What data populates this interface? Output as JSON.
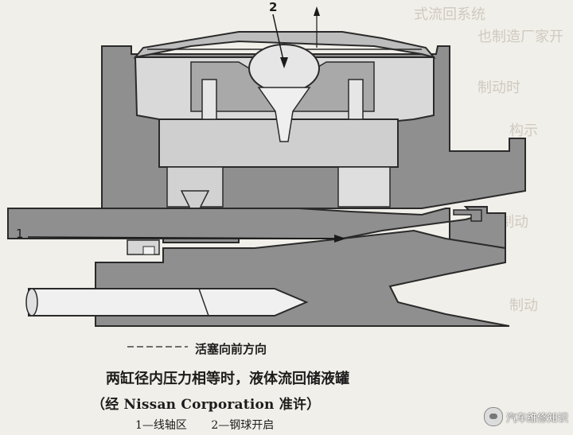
{
  "diagram": {
    "callouts": {
      "one": "1",
      "two": "2"
    },
    "caption_direction": "活塞向前方向",
    "caption_main": "两缸径内压力相等时，液体流回储液罐",
    "caption_permission": "（经 Nissan Corporation 准许）",
    "legend": [
      "1—线轴区",
      "2—钢球开启"
    ]
  },
  "watermark": "汽车维修知识"
}
